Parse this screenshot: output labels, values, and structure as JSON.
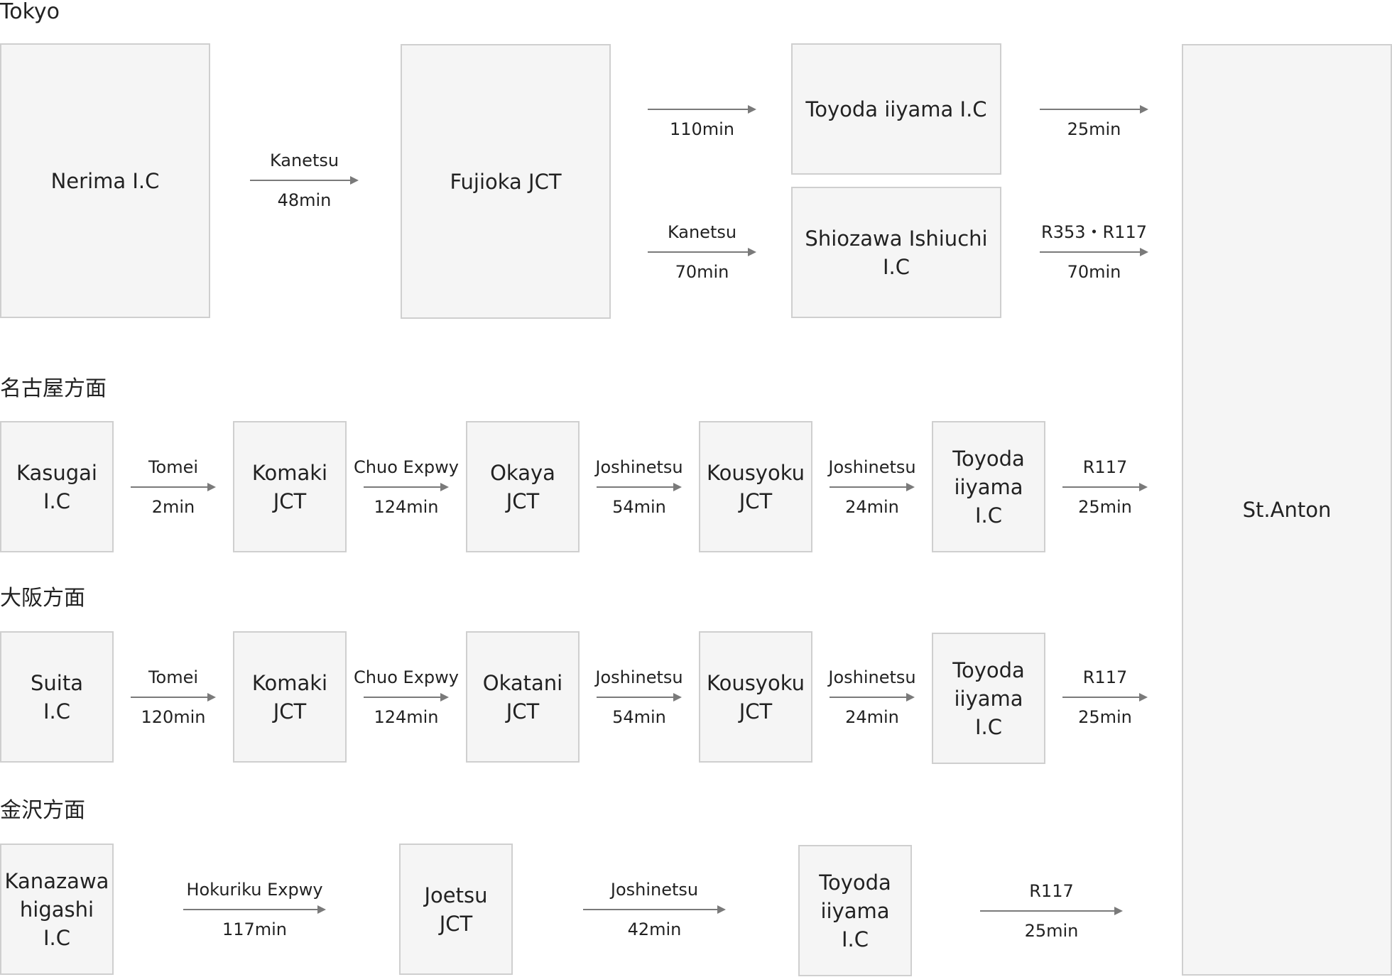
{
  "sections": {
    "tokyo": "Tokyo",
    "nagoya": "名古屋方面",
    "osaka": "大阪方面",
    "kanazawa": "金沢方面"
  },
  "destination": "St.Anton",
  "tokyo": {
    "nerima": "Nerima I.C",
    "fujioka": "Fujioka JCT",
    "toyoda": "Toyoda iiyama I.C",
    "shiozawa": "Shiozawa Ishiuchi\nI.C",
    "c1": {
      "road": "Kanetsu",
      "time": "48min"
    },
    "c2": {
      "road": "",
      "time": "110min"
    },
    "c3": {
      "road": "Kanetsu",
      "time": "70min"
    },
    "c4": {
      "road": "",
      "time": "25min"
    },
    "c5": {
      "road": "R353・R117",
      "time": "70min"
    }
  },
  "nagoya": {
    "boxes": [
      "Kasugai\nI.C",
      "Komaki\nJCT",
      "Okaya\nJCT",
      "Kousyoku\nJCT",
      "Toyoda\niiyama\nI.C"
    ],
    "conns": [
      {
        "road": "Tomei",
        "time": "2min"
      },
      {
        "road": "Chuo Expwy",
        "time": "124min"
      },
      {
        "road": "Joshinetsu",
        "time": "54min"
      },
      {
        "road": "Joshinetsu",
        "time": "24min"
      },
      {
        "road": "R117",
        "time": "25min"
      }
    ]
  },
  "osaka": {
    "boxes": [
      "Suita\nI.C",
      "Komaki\nJCT",
      "Okatani\nJCT",
      "Kousyoku\nJCT",
      "Toyoda\niiyama\nI.C"
    ],
    "conns": [
      {
        "road": "Tomei",
        "time": "120min"
      },
      {
        "road": "Chuo Expwy",
        "time": "124min"
      },
      {
        "road": "Joshinetsu",
        "time": "54min"
      },
      {
        "road": "Joshinetsu",
        "time": "24min"
      },
      {
        "road": "R117",
        "time": "25min"
      }
    ]
  },
  "kanazawa": {
    "boxes": [
      "Kanazawa\nhigashi\nI.C",
      "Joetsu\nJCT",
      "Toyoda\niiyama\nI.C"
    ],
    "conns": [
      {
        "road": "Hokuriku Expwy",
        "time": "117min"
      },
      {
        "road": "Joshinetsu",
        "time": "42min"
      },
      {
        "road": "R117",
        "time": "25min"
      }
    ]
  }
}
